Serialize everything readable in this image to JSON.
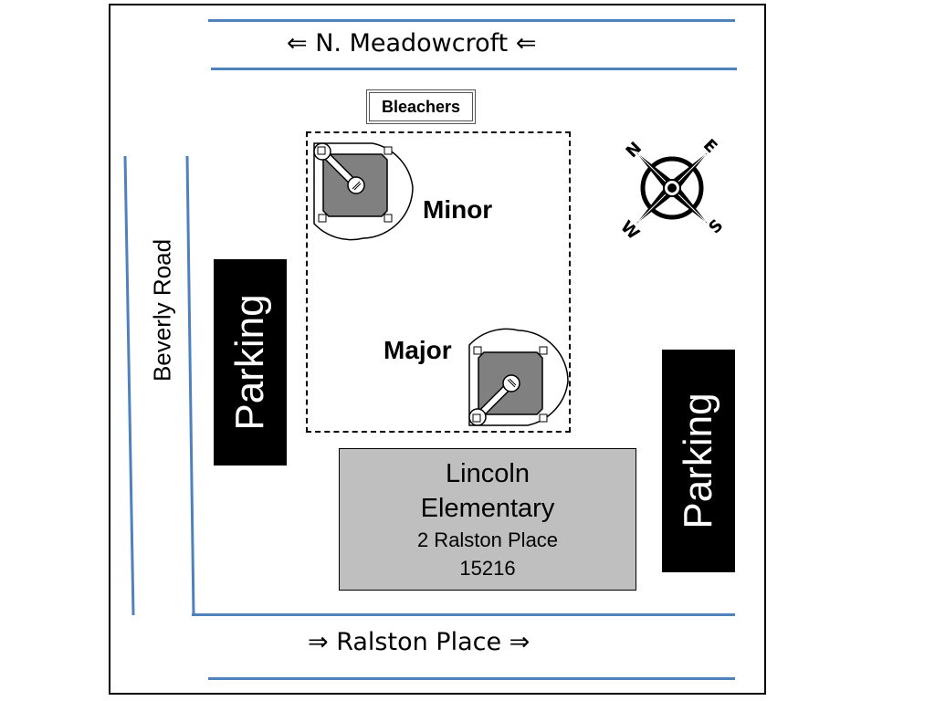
{
  "map": {
    "streets": {
      "north": "⇐ N. Meadowcroft ⇐",
      "south": "⇒ Ralston Place ⇒",
      "west": "Beverly Road"
    },
    "bleachers": "Bleachers",
    "fields": {
      "minor": "Minor",
      "major": "Major"
    },
    "school": {
      "name_line1": "Lincoln",
      "name_line2": "Elementary",
      "address": "2 Ralston Place",
      "zip": "15216"
    },
    "parking_west": "Parking",
    "parking_east": "Parking",
    "compass": {
      "n": "N",
      "e": "E",
      "s": "S",
      "w": "W"
    },
    "colors": {
      "road": "#4f81bd",
      "infield": "#808080",
      "school": "#bfbfbf",
      "parking": "#000000"
    }
  }
}
